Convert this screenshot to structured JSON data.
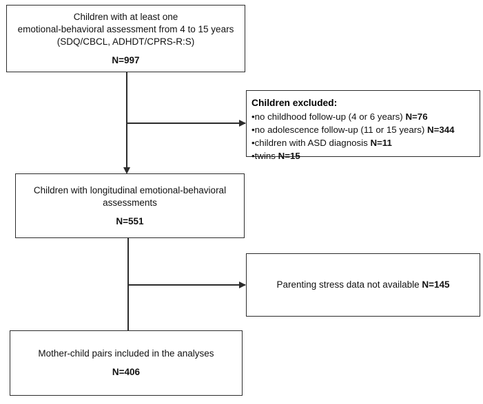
{
  "diagram": {
    "title": "Participant flow diagram",
    "type": "flowchart",
    "colors": {
      "box_border": "#2b2b2b",
      "connector": "#2b2b2b",
      "background": "#ffffff",
      "text": "#111111"
    },
    "boxes": {
      "enrolled": {
        "line1": "Children with at least one",
        "line2": "emotional-behavioral assessment from 4 to 15 years",
        "line3": "(SDQ/CBCL, ADHDT/CPRS-R:S)",
        "count_label": "N=997"
      },
      "excluded": {
        "header": "Children excluded:",
        "bullets": [
          {
            "marker": "•",
            "text": "no childhood follow-up (4 or 6 years) ",
            "count_label": "N=76"
          },
          {
            "marker": "•",
            "text": "no adolescence follow-up (11 or 15 years) ",
            "count_label": "N=344"
          },
          {
            "marker": "•",
            "text": "children with ASD diagnosis ",
            "count_label": "N=11"
          },
          {
            "marker": "•",
            "text": "twins  ",
            "count_label": "N=15"
          }
        ]
      },
      "longitudinal": {
        "line1": "Children with longitudinal emotional-behavioral",
        "line2": "assessments",
        "count_label": "N=551"
      },
      "stress_missing": {
        "text": "Parenting stress data not available ",
        "count_label": "N=145"
      },
      "included": {
        "line1": "Mother-child pairs included in the analyses",
        "count_label": "N=406"
      }
    },
    "connectors": [
      {
        "name": "enrolled-to-longitudinal",
        "kind": "vertical-arrow"
      },
      {
        "name": "enrolled-to-excluded",
        "kind": "horizontal-arrow"
      },
      {
        "name": "longitudinal-to-included",
        "kind": "vertical-line"
      },
      {
        "name": "longitudinal-to-stress-missing",
        "kind": "horizontal-arrow"
      }
    ]
  }
}
